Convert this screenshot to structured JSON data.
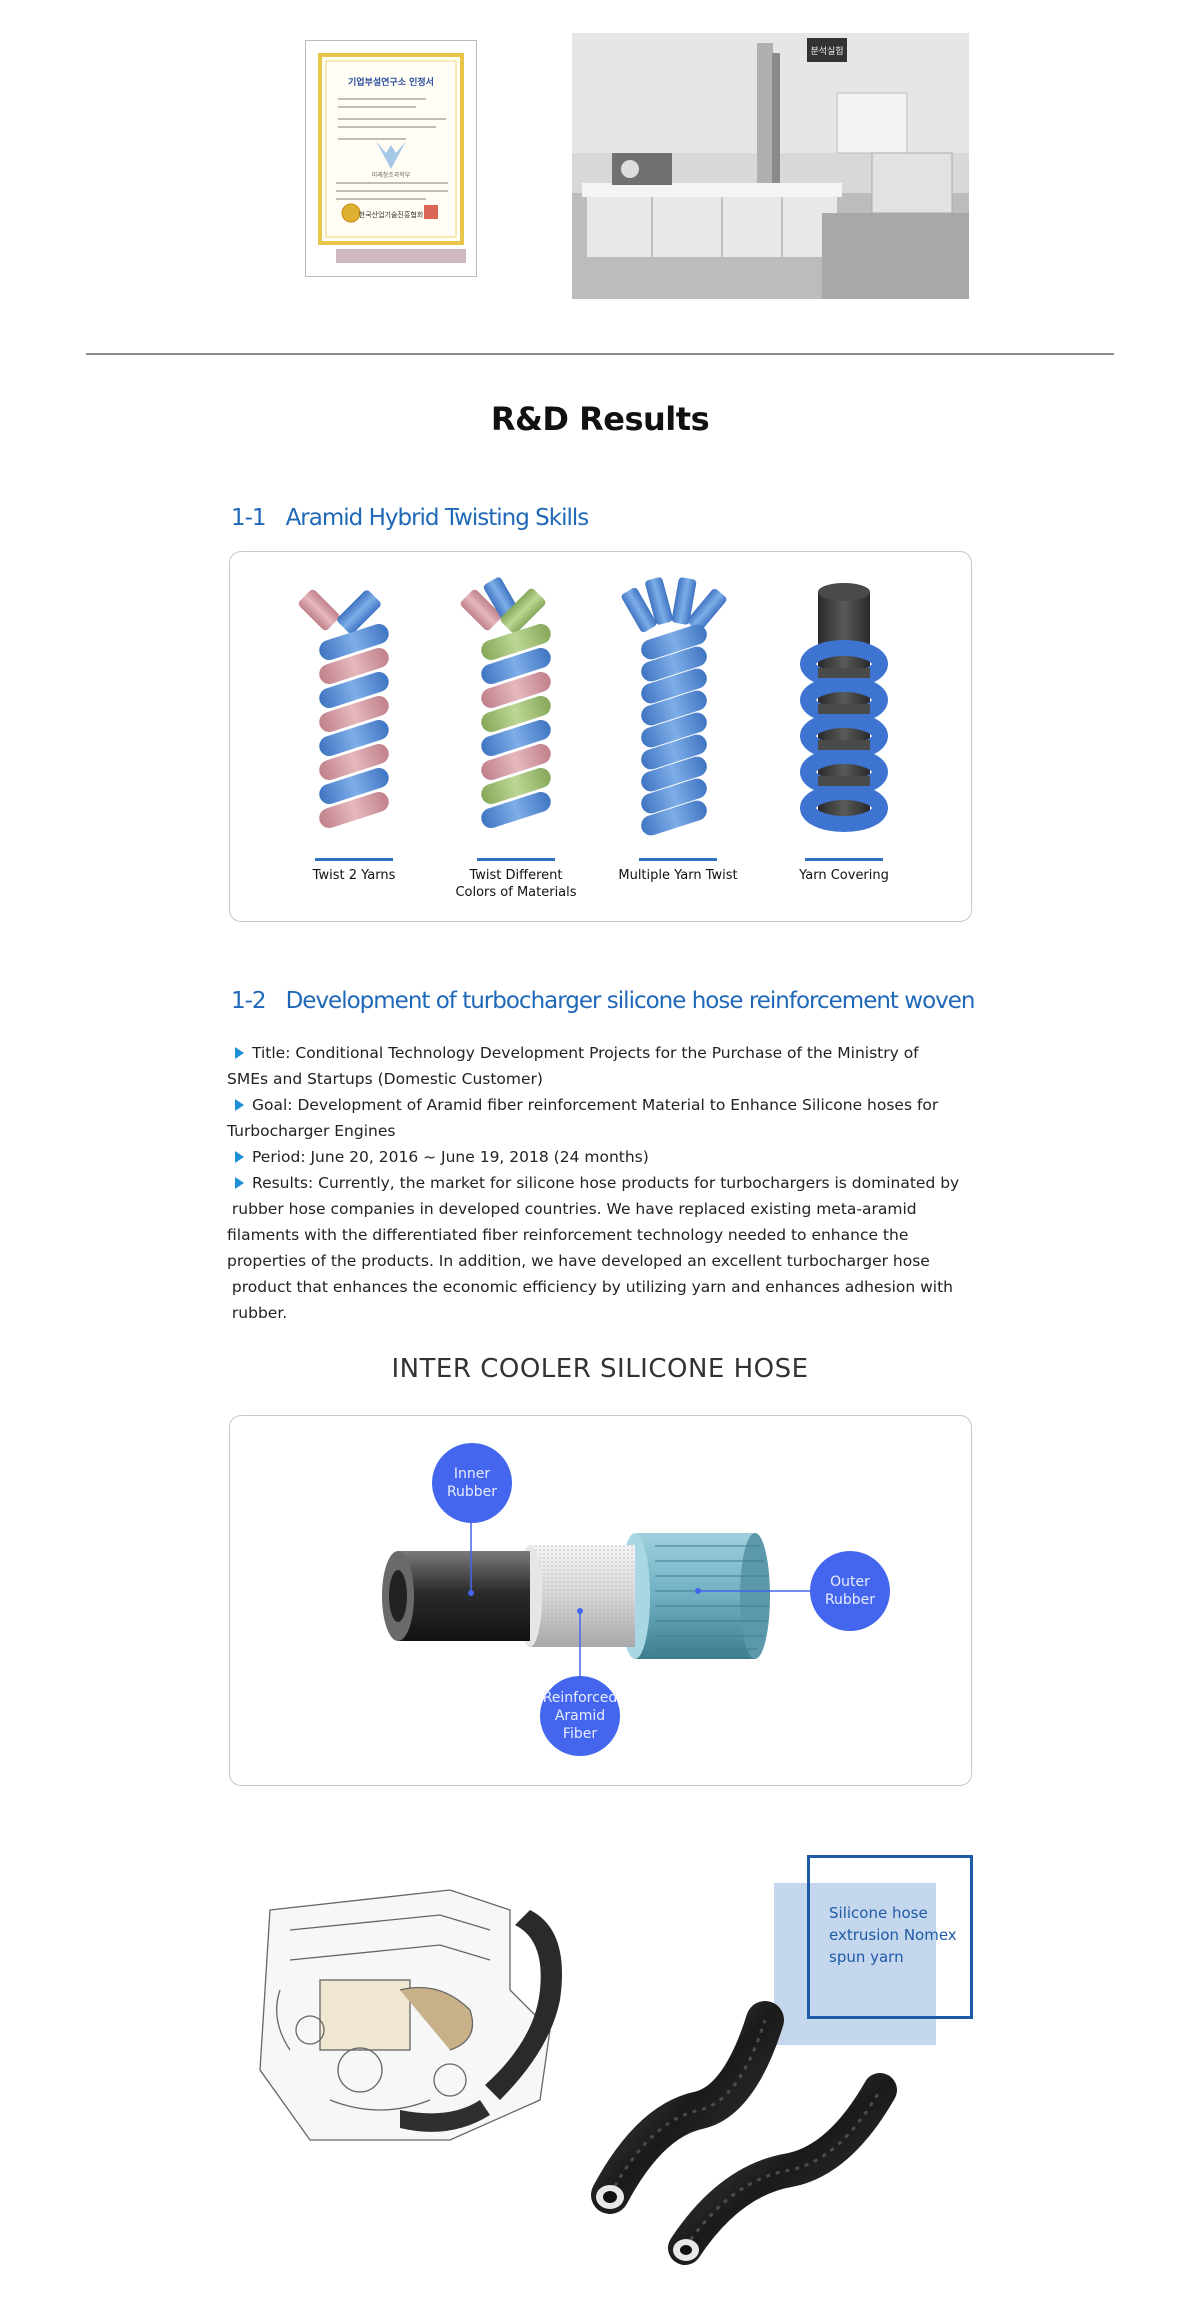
{
  "certificate": {
    "title": "기업부설연구소 인정서",
    "issuer": "한국산업기술진흥협회",
    "dept": "미래창조과학부"
  },
  "lab_photo": {
    "sign": "분석실험"
  },
  "rd_results_title": "R&D Results",
  "section1": {
    "number": "1-1",
    "title": "Aramid Hybrid Twisting Skills",
    "yarns": [
      {
        "label_line1": "Twist 2 Yarns",
        "label_line2": ""
      },
      {
        "label_line1": "Twist Different",
        "label_line2": "Colors of Materials"
      },
      {
        "label_line1": "Multiple Yarn Twist",
        "label_line2": ""
      },
      {
        "label_line1": "Yarn Covering",
        "label_line2": ""
      }
    ],
    "colors": {
      "blue": "#5b8fd6",
      "pink": "#d9a0a8",
      "green": "#a5c27a",
      "core": "#3a3a3a"
    }
  },
  "section2": {
    "number": "1-2",
    "title": "Development of turbocharger silicone hose reinforcement woven",
    "paragraphs": [
      {
        "line1": "Title: Conditional Technology Development Projects for the Purchase of the Ministry of",
        "rest": [
          "SMEs and Startups (Domestic Customer)"
        ]
      },
      {
        "line1": "Goal: Development of Aramid fiber reinforcement Material to Enhance Silicone hoses for",
        "rest": [
          "Turbocharger Engines"
        ]
      },
      {
        "line1": "Period: June 20, 2016 ~ June 19, 2018 (24 months)",
        "rest": []
      },
      {
        "line1": "Results: Currently, the market for silicone hose products for turbochargers is dominated by",
        "rest": [
          " rubber hose companies in developed countries. We have replaced existing meta-aramid",
          "filaments with the differentiated fiber reinforcement technology needed to enhance the",
          "properties of the products. In addition, we have developed an excellent turbocharger hose",
          " product that enhances the economic efficiency by utilizing yarn and enhances adhesion with",
          " rubber."
        ]
      }
    ]
  },
  "hose_diagram": {
    "title": "INTER COOLER SILICONE HOSE",
    "inner": {
      "line1": "Inner",
      "line2": "Rubber"
    },
    "outer": {
      "line1": "Outer",
      "line2": "Rubber"
    },
    "fiber": {
      "line1": "Reinforced",
      "line2": "Aramid Fiber"
    },
    "colors": {
      "circle": "#4466ee",
      "outer_layer": "#6fb0c2"
    }
  },
  "callout": {
    "line1": "Silicone hose",
    "line2": "extrusion Nomex",
    "line3": "spun yarn"
  }
}
